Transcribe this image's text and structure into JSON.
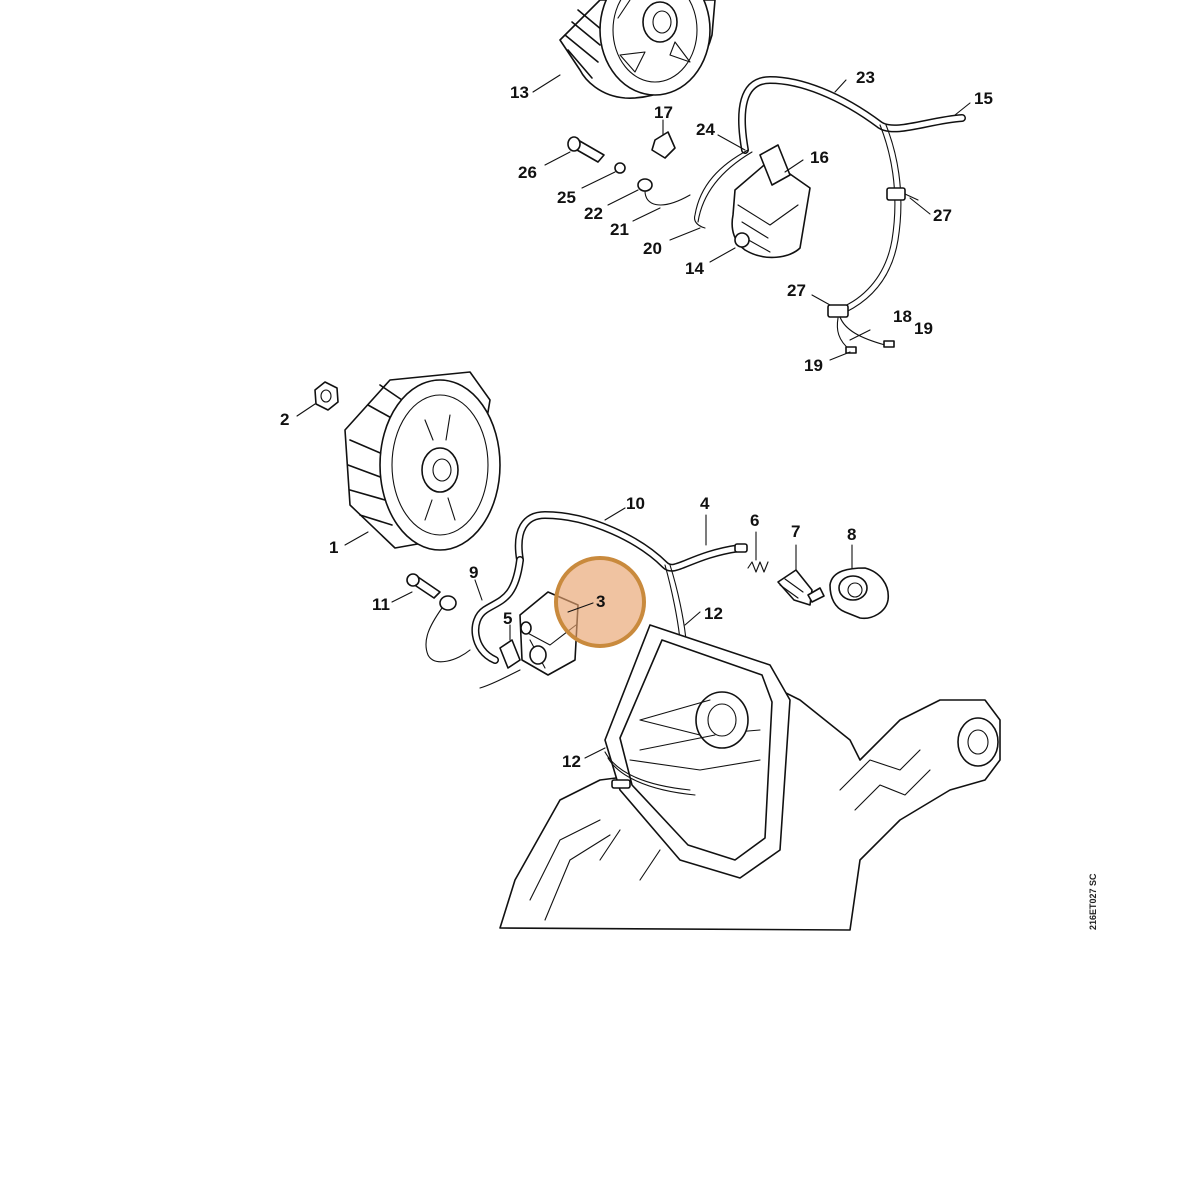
{
  "diagram": {
    "drawing_code": "216ET027 SC",
    "callouts": [
      {
        "id": "1",
        "label": "1"
      },
      {
        "id": "2",
        "label": "2"
      },
      {
        "id": "3",
        "label": "3"
      },
      {
        "id": "4",
        "label": "4"
      },
      {
        "id": "5",
        "label": "5"
      },
      {
        "id": "6",
        "label": "6"
      },
      {
        "id": "7",
        "label": "7"
      },
      {
        "id": "8",
        "label": "8"
      },
      {
        "id": "9",
        "label": "9"
      },
      {
        "id": "10",
        "label": "10"
      },
      {
        "id": "11",
        "label": "11"
      },
      {
        "id": "12a",
        "label": "12"
      },
      {
        "id": "12b",
        "label": "12"
      },
      {
        "id": "13",
        "label": "13"
      },
      {
        "id": "14",
        "label": "14"
      },
      {
        "id": "15",
        "label": "15"
      },
      {
        "id": "16",
        "label": "16"
      },
      {
        "id": "17",
        "label": "17"
      },
      {
        "id": "18",
        "label": "18"
      },
      {
        "id": "19a",
        "label": "19"
      },
      {
        "id": "19b",
        "label": "19"
      },
      {
        "id": "20",
        "label": "20"
      },
      {
        "id": "21",
        "label": "21"
      },
      {
        "id": "22",
        "label": "22"
      },
      {
        "id": "23",
        "label": "23"
      },
      {
        "id": "24",
        "label": "24"
      },
      {
        "id": "25",
        "label": "25"
      },
      {
        "id": "26",
        "label": "26"
      },
      {
        "id": "27a",
        "label": "27"
      },
      {
        "id": "27b",
        "label": "27"
      }
    ],
    "highlight": {
      "target": "3",
      "color": "#e8a36f",
      "border_color": "#c98a3d"
    }
  }
}
